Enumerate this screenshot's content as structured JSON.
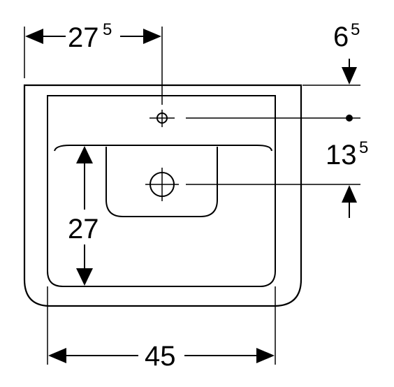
{
  "dimensions": {
    "width_top": {
      "main": "27",
      "sup": "5"
    },
    "rim_offset": {
      "main": "6",
      "sup": "5"
    },
    "hole_spacing": {
      "main": "13",
      "sup": "5"
    },
    "depth": {
      "main": "27",
      "sup": ""
    },
    "width_bottom": {
      "main": "45",
      "sup": ""
    }
  }
}
